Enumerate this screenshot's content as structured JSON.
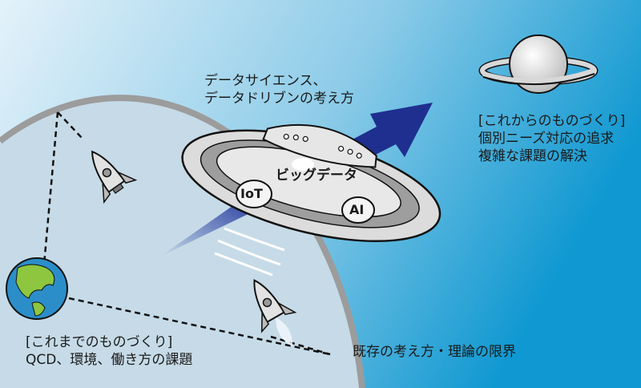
{
  "saucer_caption": {
    "line1": "データサイエンス、",
    "line2": "データドリブンの考え方"
  },
  "saucer": {
    "center_label": "ビッグデータ",
    "pod_left": "IoT",
    "pod_right": "AI"
  },
  "future": {
    "heading": "[これからのものづくり]",
    "line1": "個別ニーズ対応の追求",
    "line2": "複雑な課題の解決"
  },
  "past": {
    "heading": "[これまでのものづくり]",
    "line1": "QCD、環境、働き方の課題"
  },
  "limit": "既存の考え方・理論の限界",
  "colors": {
    "bg_light": "#dcedf8",
    "bg_dark": "#129ad2",
    "sphere_fill": "#c6dbe7",
    "sphere_edge": "#9c9c9c",
    "arrow": "#1f2f8f"
  }
}
